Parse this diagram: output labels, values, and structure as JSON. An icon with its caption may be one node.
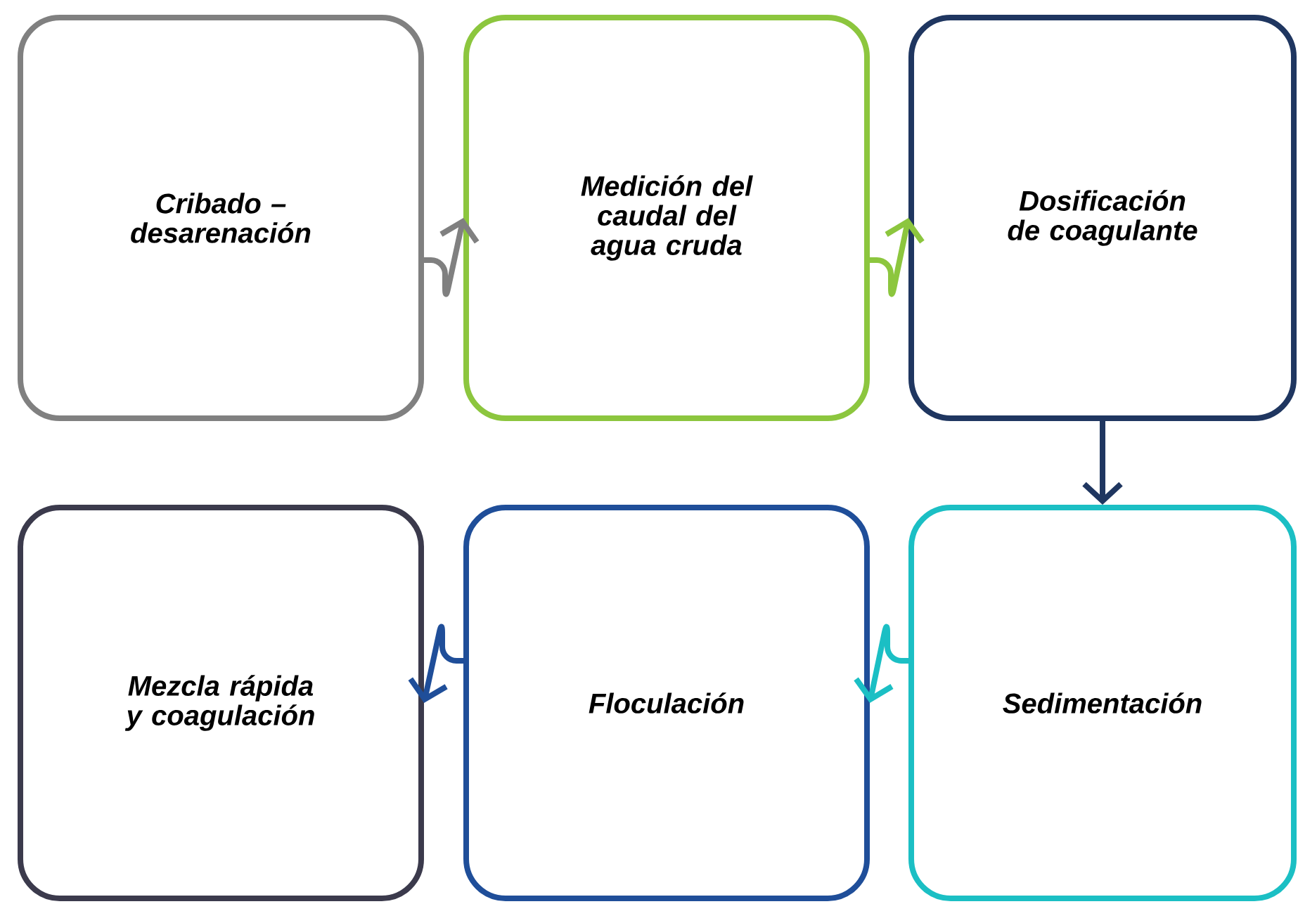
{
  "diagram": {
    "nodes": [
      {
        "text": [
          "Cribado – desarenación"
        ]
      },
      {
        "text": [
          "Medición del caudal del agua cruda"
        ]
      },
      {
        "text": [
          "Dosificación de coagulante"
        ]
      },
      {
        "text": [
          "Sedimentación"
        ]
      },
      {
        "text": [
          "Floculación"
        ]
      },
      {
        "text": [
          "Mezcla rápida y coagulación"
        ]
      }
    ],
    "edges": [
      {
        "from": 0,
        "to": 1,
        "arrow": "to",
        "color": "#808080"
      },
      {
        "from": 1,
        "to": 2,
        "arrow": "to",
        "color": "#8cc63e"
      },
      {
        "from": 2,
        "to": 3,
        "arrow": "to",
        "color": "#1f3660"
      },
      {
        "from": 3,
        "to": 4,
        "arrow": "to",
        "color": "#1bbfc4"
      },
      {
        "from": 4,
        "to": 5,
        "arrow": "to",
        "color": "#1f4e99"
      }
    ]
  }
}
